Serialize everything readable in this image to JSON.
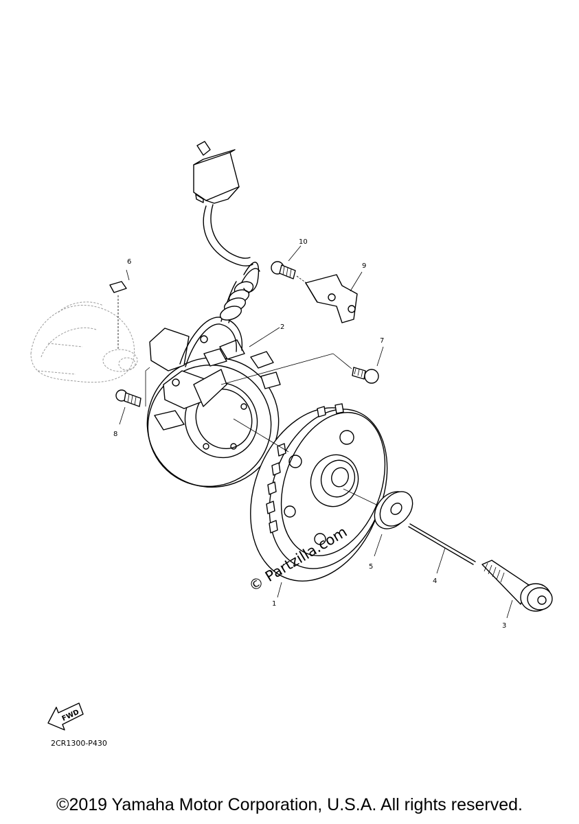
{
  "diagram": {
    "callouts": {
      "c1": "1",
      "c2": "2",
      "c3": "3",
      "c4": "4",
      "c5": "5",
      "c6": "6",
      "c7": "7",
      "c8": "8",
      "c9": "9",
      "c10": "10"
    },
    "fwd_label": "FWD",
    "drawing_code": "2CR1300-P430",
    "watermark": "© Partzilla.com"
  },
  "footer": {
    "copyright": "©2019 Yamaha Motor Corporation, U.S.A. All rights reserved."
  }
}
